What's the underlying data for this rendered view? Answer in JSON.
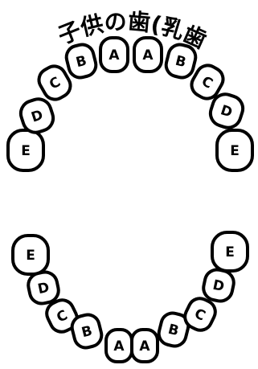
{
  "title": "子供の歯(乳歯",
  "upper_teeth": [
    "E",
    "D",
    "C",
    "B",
    "A",
    "A",
    "B",
    "C",
    "D",
    "E"
  ],
  "lower_teeth": [
    "E",
    "D",
    "C",
    "B",
    "A",
    "A",
    "B",
    "C",
    "D",
    "E"
  ],
  "colors": {
    "outline": "#000000",
    "tooth_fill": "#ffffff",
    "background": "#ffffff"
  }
}
